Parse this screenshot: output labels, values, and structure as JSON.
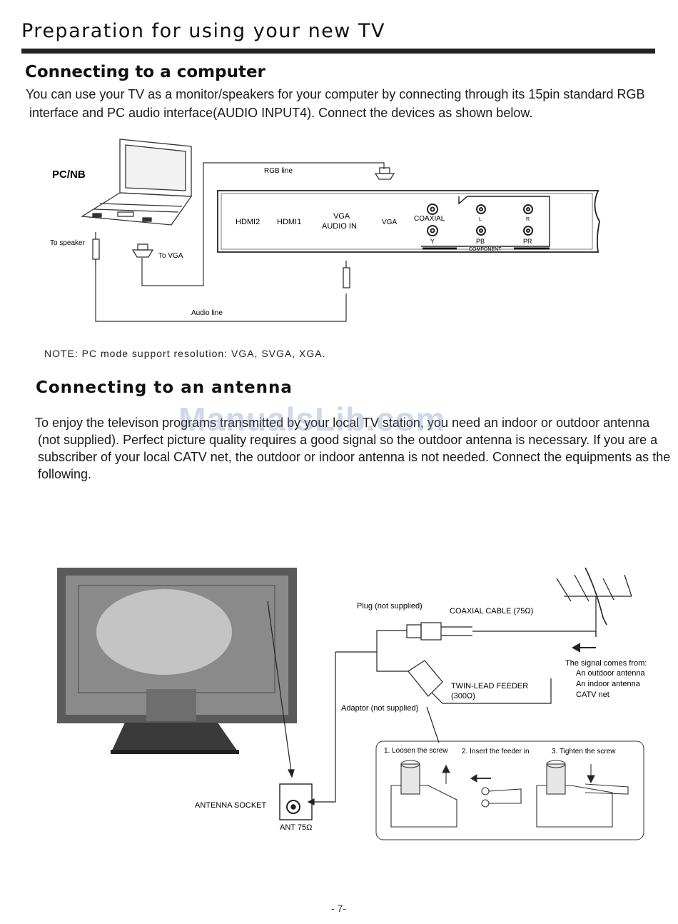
{
  "page": {
    "title": "Preparation for using your new TV",
    "page_number": "- 7-",
    "watermark": "ManualsLib.com"
  },
  "computer": {
    "heading": "Connecting to a  computer",
    "line1": "You can use your TV as a monitor/speakers for your computer by connecting through its 15pin standard RGB",
    "line2": "interface  and PC audio interface(AUDIO INPUT4). Connect the devices as shown below.",
    "diagram": {
      "pc_label": "PC/NB",
      "to_speaker": "To speaker",
      "to_vga": "To VGA",
      "rgb_line": "RGB line",
      "audio_line": "Audio line",
      "hdmi2": "HDMI2",
      "hdmi1": "HDMI1",
      "vga_audio_1": "VGA",
      "vga_audio_2": "AUDIO IN",
      "vga": "VGA",
      "coaxial": "COAXIAL",
      "l": "L",
      "r": "R",
      "y": "Y",
      "pb": "PB",
      "pr": "PR",
      "component": "COMPONENT"
    },
    "note": "NOTE: PC mode support resolution: VGA, SVGA, XGA."
  },
  "antenna": {
    "heading": "Connecting to an antenna",
    "line1": "To enjoy the televison programs transmitted by your local TV station, you need an indoor or outdoor antenna",
    "line2": "(not supplied). Perfect picture quality requires a good signal so the outdoor antenna is necessary. If you are a",
    "line3": "subscriber of your local CATV net, the outdoor or indoor antenna is not needed. Connect the equipments as the",
    "line4": "following.",
    "diagram": {
      "plug": "Plug (not supplied)",
      "coax_cable": "COAXIAL CABLE (75Ω)",
      "signal_from": "The signal comes from:",
      "src1": "An outdoor antenna",
      "src2": "An indoor antenna",
      "src3": "CATV net",
      "twin_lead_1": "TWIN-LEAD FEEDER",
      "twin_lead_2": "(300Ω)",
      "adaptor": "Adaptor (not supplied)",
      "step1": "1. Loosen the screw",
      "step2": "2. Insert the feeder in",
      "step3": "3. Tighten the screw",
      "antenna_socket": "ANTENNA SOCKET",
      "ant75": "ANT 75Ω"
    }
  }
}
